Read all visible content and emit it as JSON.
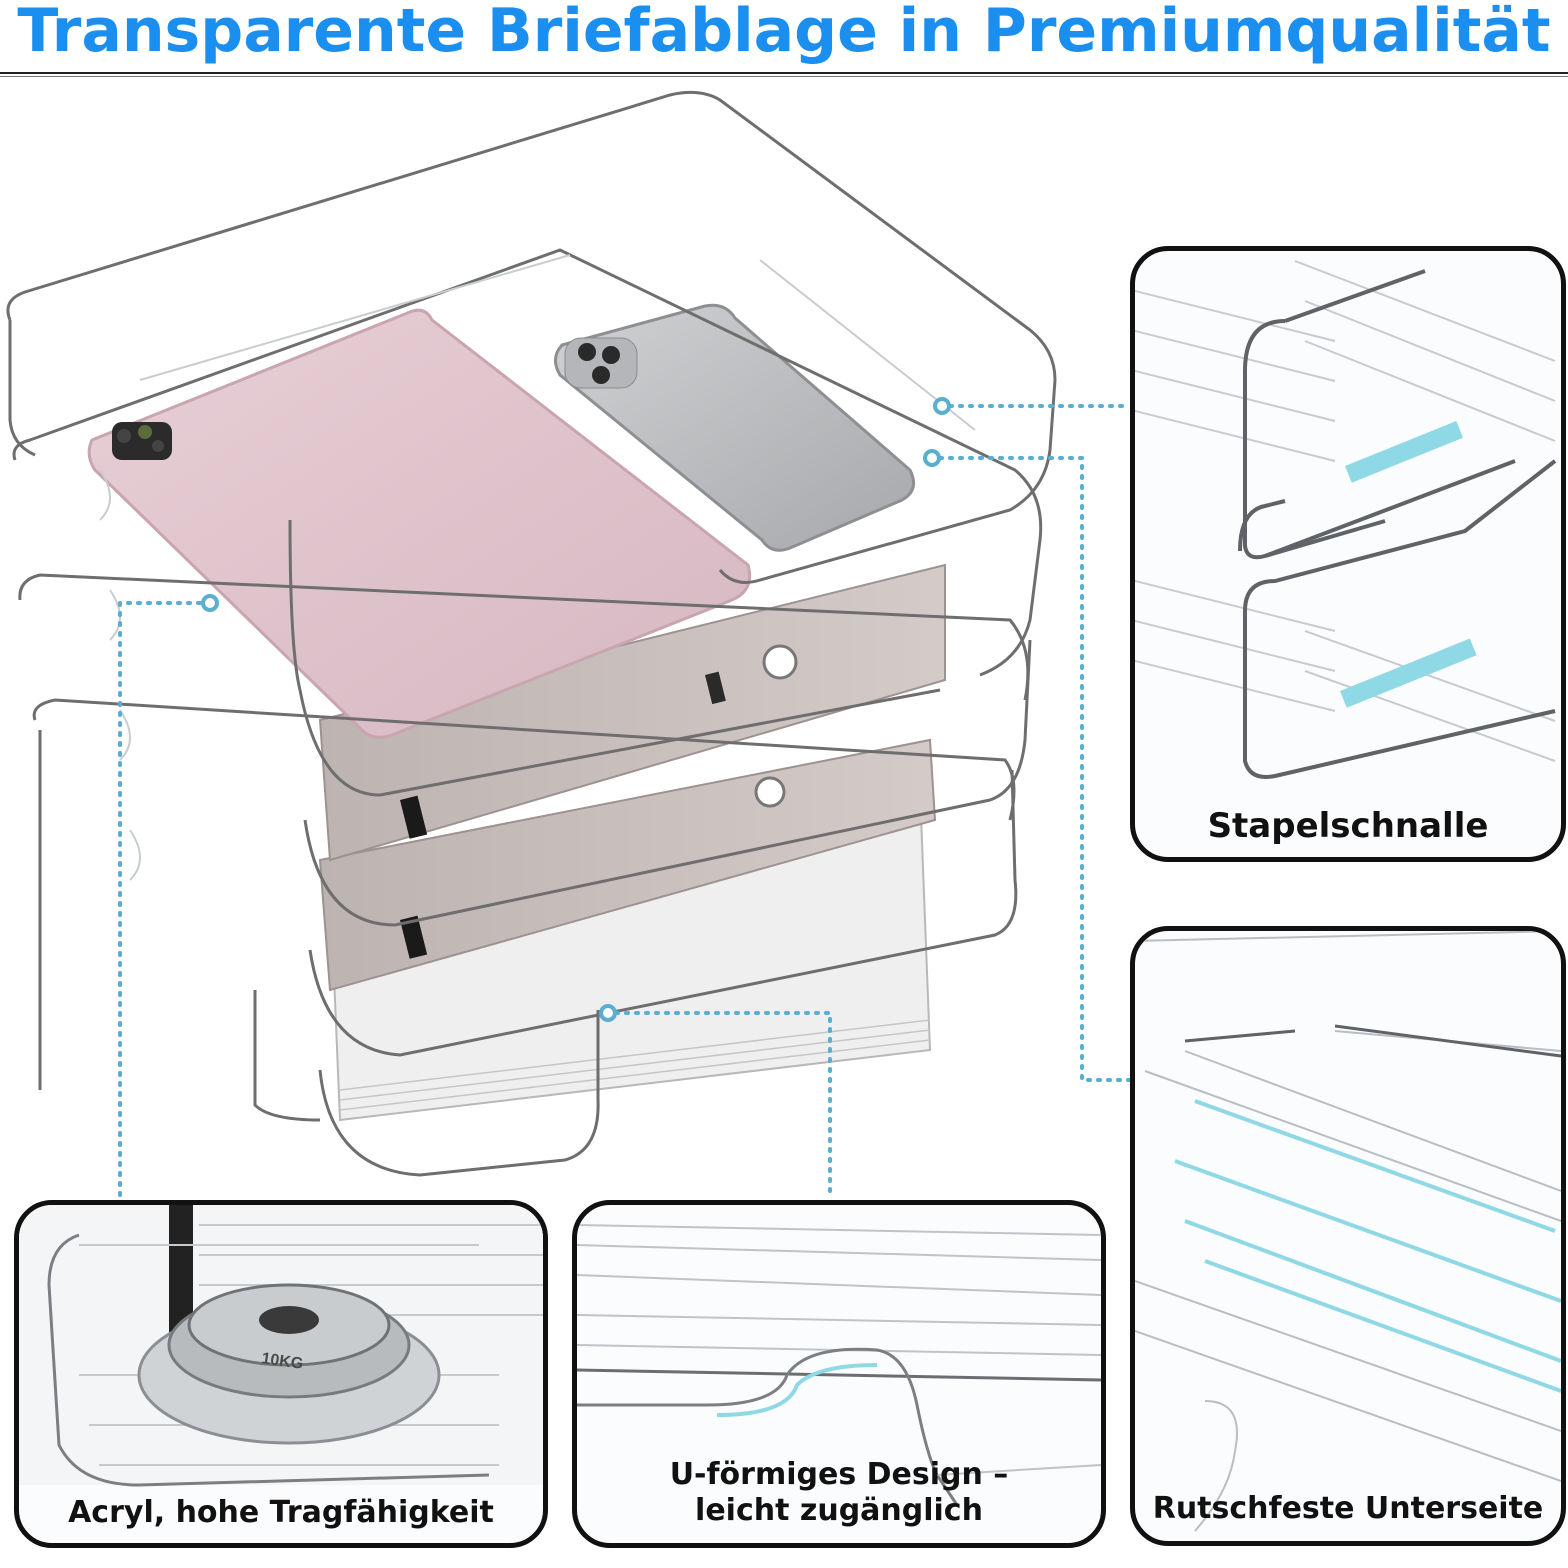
{
  "headline": "Transparente Briefablage in Premiumqualität",
  "callouts": {
    "stack_clip": "Stapelschnalle",
    "non_slip_bottom": "Rutschfeste Unterseite",
    "acrylic_capacity": "Acryl, hohe Tragfähigkeit",
    "u_shape_line1": "U-förmiges Design –",
    "u_shape_line2": "leicht zugänglich"
  },
  "weight_label": "10KG",
  "colors": {
    "headline": "#1b8ff0",
    "connector_dots": "#5aaed0",
    "accent_cyan": "#8fd8e6",
    "panel_border": "#111111"
  }
}
